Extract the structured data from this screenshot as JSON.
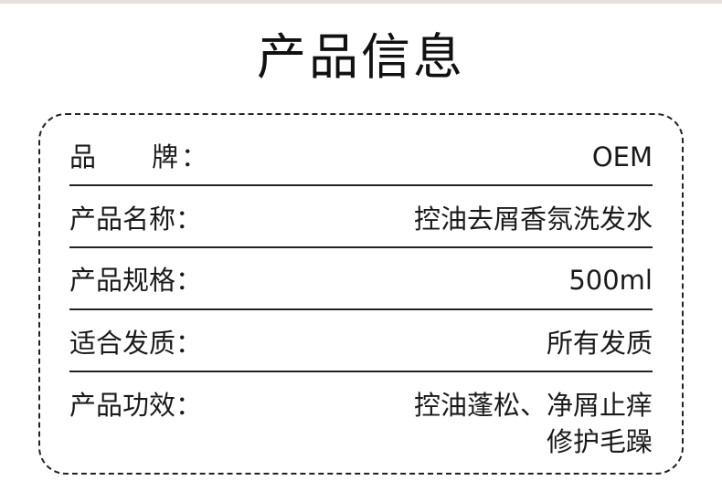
{
  "title": "产品信息",
  "rows": [
    {
      "label": "品    牌：",
      "label_parts": [
        "品",
        "牌："
      ],
      "value_lines": [
        "OEM"
      ]
    },
    {
      "label": "产品名称：",
      "value_lines": [
        "控油去屑香氛洗发水"
      ]
    },
    {
      "label": "产品规格：",
      "value_lines": [
        "500ml"
      ]
    },
    {
      "label": "适合发质：",
      "value_lines": [
        "所有发质"
      ]
    },
    {
      "label": "产品功效：",
      "value_lines": [
        "控油蓬松、净屑止痒",
        "修护毛躁"
      ]
    }
  ],
  "colors": {
    "text": "#1a1a1a",
    "border": "#222222",
    "top_rule": "#e7e1dc",
    "background": "#ffffff"
  }
}
